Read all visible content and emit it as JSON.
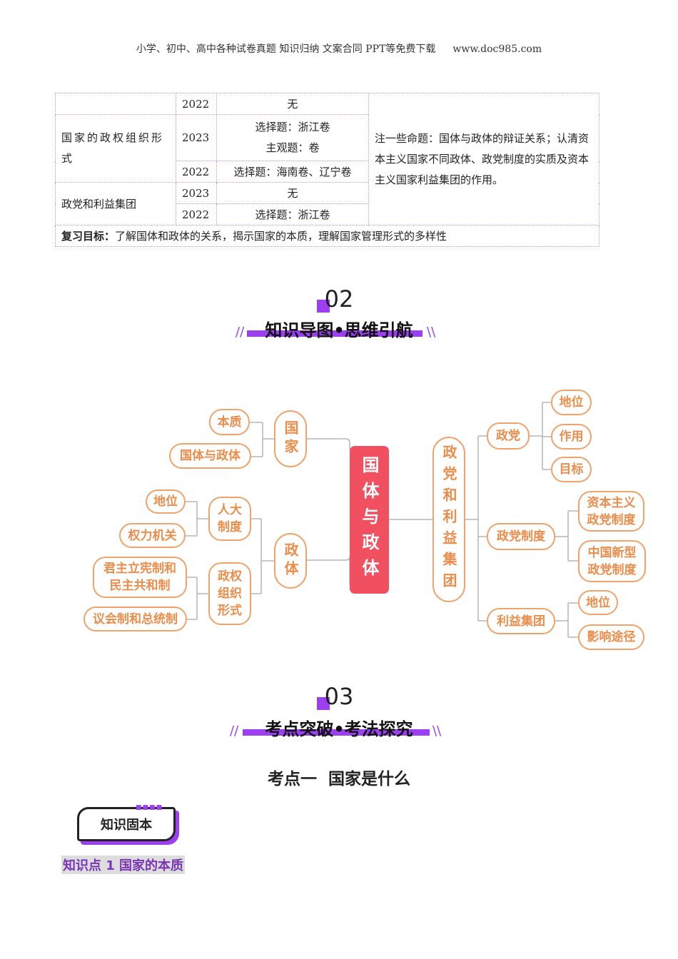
{
  "header": {
    "left": "小学、初中、高中各种试卷真题 知识归纳 文案合同 PPT等免费下载",
    "right": "www.doc985.com"
  },
  "table": {
    "rows": [
      {
        "topic": "",
        "year": "2022",
        "exam": "无"
      },
      {
        "topic": "国家的政权组织形式",
        "year": "2023",
        "exam_lines": [
          "选择题：浙江卷",
          "主观题：卷"
        ]
      },
      {
        "year": "2022",
        "exam": "选择题：海南卷、辽宁卷"
      },
      {
        "topic": "政党和利益集团",
        "year": "2023",
        "exam": "无"
      },
      {
        "year": "2022",
        "exam": "选择题：浙江卷"
      }
    ],
    "note": "注一些命题：国体与政体的辩证关系；认清资本主义国家不同政体、政党制度的实质及资本主义国家利益集团的作用。",
    "goal_label": "复习目标：",
    "goal_text": "了解国体和政体的关系，揭示国家的本质，理解国家管理形式的多样性"
  },
  "section2": {
    "number": "02",
    "title": "知识导图•思维引航"
  },
  "mindmap": {
    "center": "国体与政体",
    "guojia": "国家",
    "benzhi": "本质",
    "guotiyuzhengti": "国体与政体",
    "zhengti": "政体",
    "renda": "人大制度",
    "diwei1": "地位",
    "quanli": "权力机关",
    "zhengquan": "政权组织形式",
    "junzhu": "君主立宪制和民主共和制",
    "yihui": "议会制和总统制",
    "zdjt": "政党和利益集团",
    "zhengdang": "政党",
    "diwei2": "地位",
    "zuoyong": "作用",
    "mubiao": "目标",
    "zdzd": "政党制度",
    "zbzy": "资本主义政党制度",
    "zgxx": "中国新型政党制度",
    "lyjt": "利益集团",
    "diwei3": "地位",
    "yxtj": "影响途径"
  },
  "section3": {
    "number": "03",
    "title": "考点突破•考法探究"
  },
  "kaodian": "考点一  国家是什么",
  "badge": "知识固本",
  "knowledge_point": "知识点 1 国家的本质"
}
